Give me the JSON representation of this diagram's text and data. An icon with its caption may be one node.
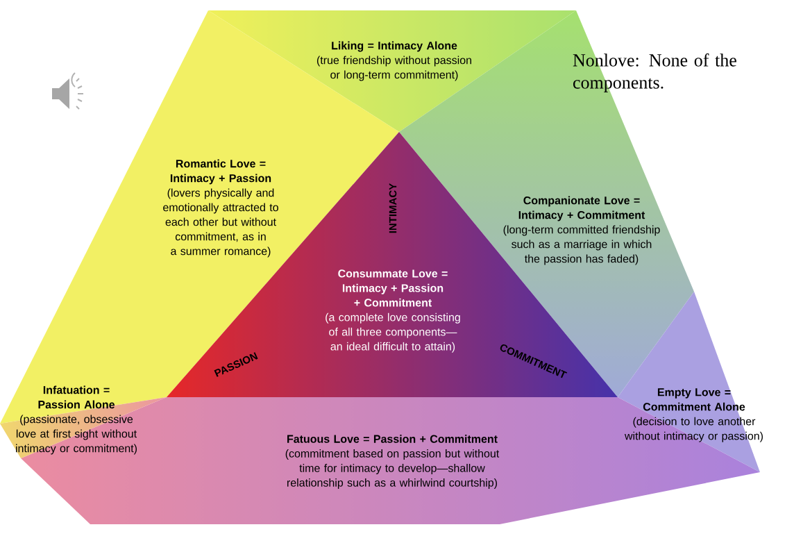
{
  "diagram": {
    "nodes": [
      {
        "text": [
          "Liking = Intimacy Alone",
          "(true friendship without passion or long-term commitment)"
        ]
      },
      {
        "text": [
          "Romantic Love = Intimacy + Passion",
          "(lovers physically and emotionally attracted to each other but without commitment, as in a summer romance)"
        ]
      },
      {
        "text": [
          "Companionate Love = Intimacy + Commitment",
          "(long-term committed friendship such as a marriage in which the passion has faded)"
        ]
      },
      {
        "text": [
          "Consummate Love = Intimacy + Passion + Commitment",
          "(a complete love consisting of all three components—an ideal difficult to attain)"
        ]
      },
      {
        "text": [
          "Infatuation = Passion Alone",
          "(passionate, obsessive love at first sight without intimacy or commitment)"
        ]
      },
      {
        "text": [
          "Fatuous Love = Passion + Commitment",
          "(commitment based on passion but without time for intimacy to develop—shallow relationship such as a whirlwind courtship)"
        ]
      },
      {
        "text": [
          "Empty Love = Commitment Alone",
          "(decision to love another without intimacy or passion)"
        ]
      }
    ],
    "labels": [
      "Nonlove: None of the components.",
      "INTIMACY",
      "PASSION",
      "COMMITMENT"
    ]
  }
}
